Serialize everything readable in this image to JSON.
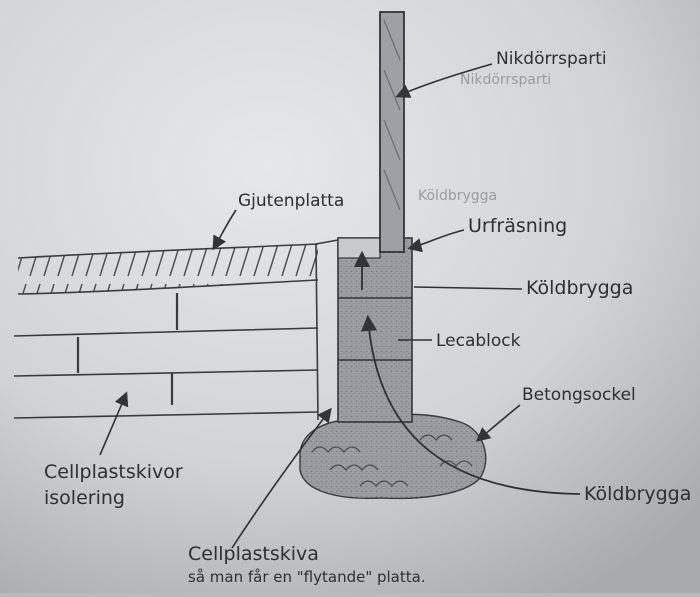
{
  "diagram": {
    "labels": {
      "window_frame": "Nikdörrsparti",
      "window_frame_ghost": "Nikdörrsparti",
      "cast_slab": "Gjutenplatta",
      "milled_recess": "Urfräsning",
      "thermal_bridge_top": "Köldbrygga",
      "thermal_bridge_top_ghost": "Köldbrygga",
      "leca_block": "Lecablock",
      "concrete_plinth": "Betongsockel",
      "thermal_bridge_bottom": "Köldbrygga",
      "eps_boards_line1": "Cellplastskivor",
      "eps_boards_line2": "isolering",
      "eps_board_line1": "Cellplastskiva",
      "eps_board_line2": "så man får en \"flytande\" platta."
    }
  }
}
